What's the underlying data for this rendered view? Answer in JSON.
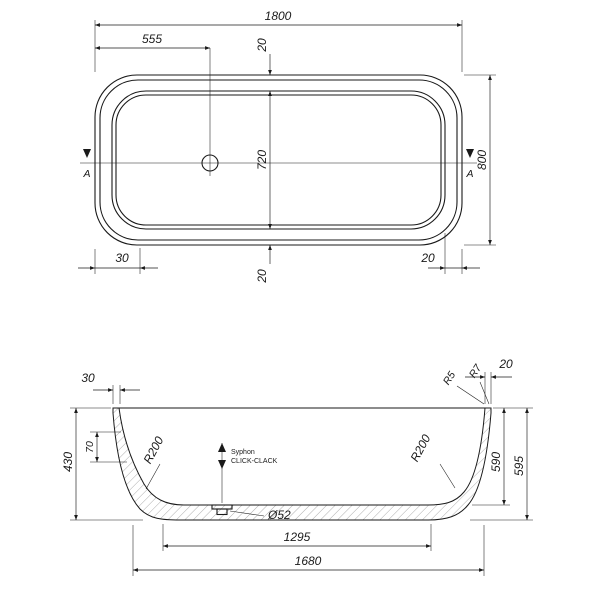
{
  "drawing": {
    "top_view": {
      "dims": {
        "overall_length": "1800",
        "drain_from_left": "555",
        "rim_top_gap": "20",
        "inner_width": "720",
        "overall_width": "800",
        "rim_bottom_left": "30",
        "rim_bottom_gap": "20",
        "rim_bottom_right": "20"
      },
      "section_marker": "A"
    },
    "section_view": {
      "dims": {
        "rim_left_width": "30",
        "radius_inner": "R5",
        "radius_outer": "R7",
        "rim_right_width": "20",
        "left_height": "430",
        "rim_drop": "70",
        "radius_bottom_left": "R200",
        "radius_bottom_right": "R200",
        "inner_height": "590",
        "overall_height": "595",
        "drain_diameter": "Ø52",
        "base_length": "1295",
        "bottom_length": "1680"
      },
      "syphon": {
        "line1": "Syphon",
        "line2": "CLICK-CLACK"
      }
    }
  }
}
